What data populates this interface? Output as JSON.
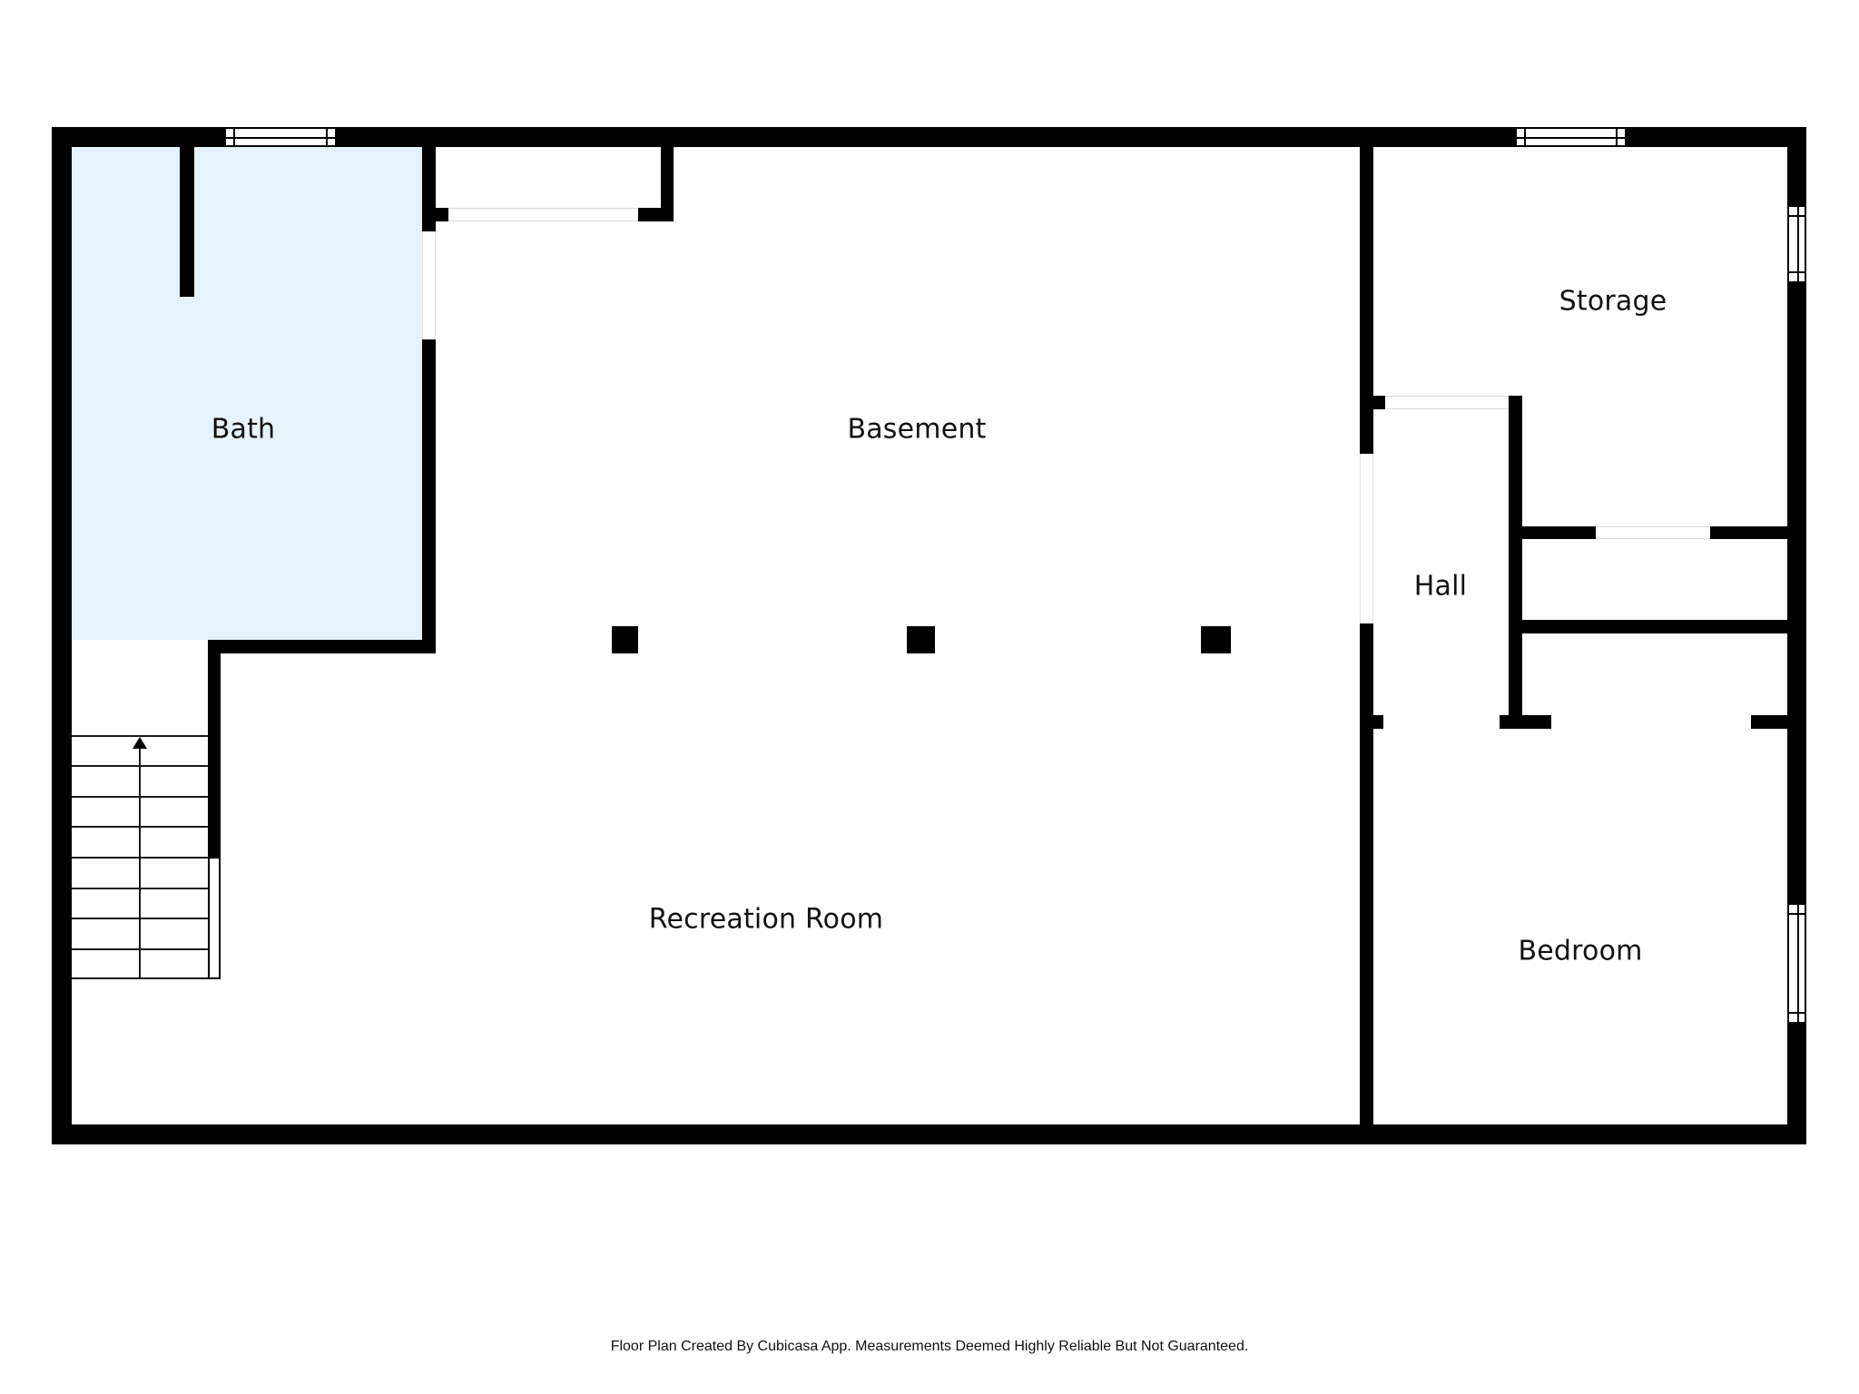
{
  "plan": {
    "colors": {
      "wall": "#000000",
      "bath_fill": "#E5F3FC",
      "background": "#FFFFFF"
    },
    "rooms": [
      {
        "id": "bath",
        "label": "Bath"
      },
      {
        "id": "basement",
        "label": "Basement"
      },
      {
        "id": "storage",
        "label": "Storage"
      },
      {
        "id": "hall",
        "label": "Hall"
      },
      {
        "id": "recreation-room",
        "label": "Recreation Room"
      },
      {
        "id": "bedroom",
        "label": "Bedroom"
      }
    ],
    "stairs": {
      "direction": "up",
      "steps": 8
    },
    "columns": 3,
    "windows": 5
  },
  "footer": {
    "text": "Floor Plan Created By Cubicasa App. Measurements Deemed Highly Reliable But Not Guaranteed."
  }
}
